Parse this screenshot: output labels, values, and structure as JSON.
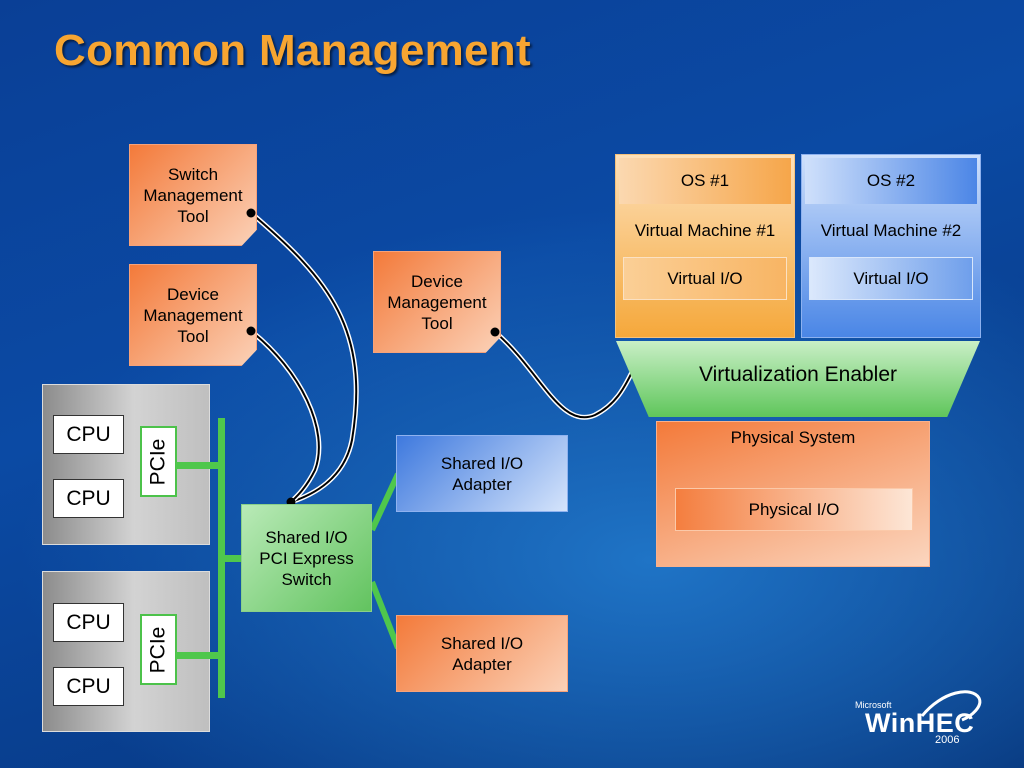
{
  "slide": {
    "title": "Common Management"
  },
  "tools": {
    "switch_mgmt": "Switch Management Tool",
    "device_mgmt_left": "Device Management Tool",
    "device_mgmt_center": "Device Management Tool"
  },
  "hosts": [
    {
      "cpu1": "CPU",
      "cpu2": "CPU",
      "bus": "PCIe"
    },
    {
      "cpu1": "CPU",
      "cpu2": "CPU",
      "bus": "PCIe"
    }
  ],
  "switch": {
    "label": "Shared I/O PCI Express Switch"
  },
  "adapters": {
    "top": "Shared I/O Adapter",
    "bottom": "Shared I/O Adapter"
  },
  "vms": [
    {
      "os": "OS #1",
      "name": "Virtual Machine #1",
      "io": "Virtual I/O"
    },
    {
      "os": "OS #2",
      "name": "Virtual Machine #2",
      "io": "Virtual I/O"
    }
  ],
  "virtualization": {
    "label": "Virtualization Enabler"
  },
  "physical": {
    "title": "Physical System",
    "io": "Physical I/O"
  },
  "logo": {
    "microsoft": "Microsoft",
    "name": "WinHEC",
    "year": "2006"
  },
  "colors": {
    "title": "#f7a531",
    "bus_green": "#4fc74c",
    "background": "#0b4aa4"
  }
}
